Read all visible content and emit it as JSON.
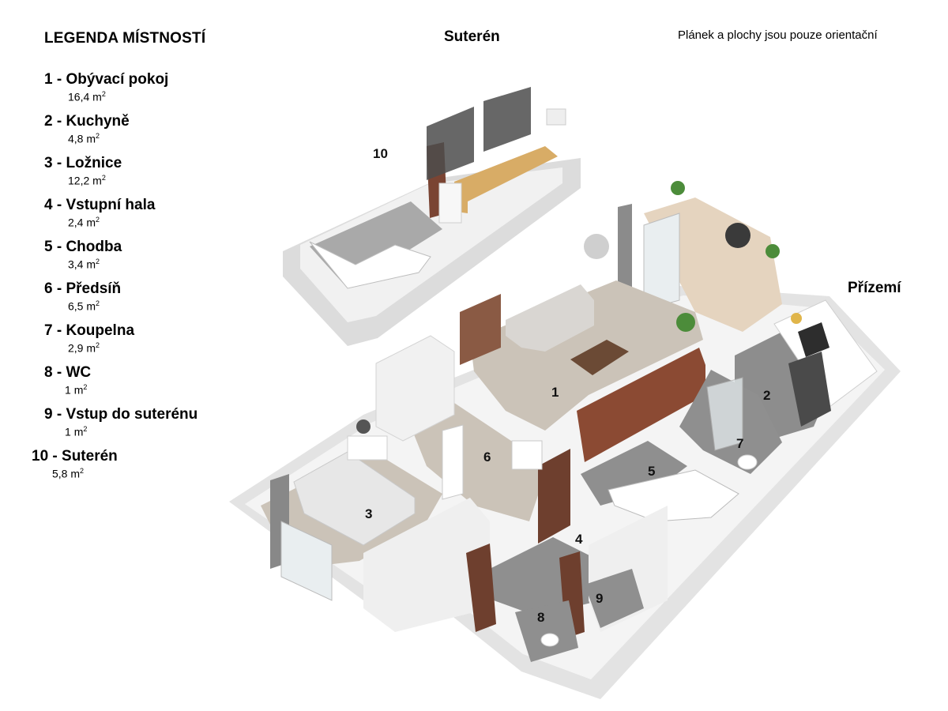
{
  "legend": {
    "title": "LEGENDA MÍSTNOSTÍ",
    "unit": "m",
    "unit_exp": "2",
    "items": [
      {
        "name": "1 - Obývací pokoj",
        "area": "16,4"
      },
      {
        "name": "2 - Kuchyně",
        "area": "4,8"
      },
      {
        "name": "3 - Ložnice",
        "area": "12,2"
      },
      {
        "name": "4 - Vstupní hala",
        "area": "2,4"
      },
      {
        "name": "5 - Chodba",
        "area": "3,4"
      },
      {
        "name": "6 - Předsíň",
        "area": "6,5"
      },
      {
        "name": "7 - Koupelna",
        "area": "2,9"
      },
      {
        "name": "8 - WC",
        "area": "1"
      },
      {
        "name": "9 - Vstup do suterénu",
        "area": "1"
      },
      {
        "name": "10 - Suterén",
        "area": "5,8"
      }
    ]
  },
  "floors": {
    "basement": "Suterén",
    "ground": "Přízemí"
  },
  "disclaimer": "Plánek a plochy jsou pouze orientační",
  "room_labels": {
    "r1": "1",
    "r2": "2",
    "r3": "3",
    "r4": "4",
    "r5": "5",
    "r6": "6",
    "r7": "7",
    "r8": "8",
    "r9": "9",
    "r10": "10"
  },
  "colors": {
    "wall": "#e9e9e9",
    "wall_shade": "#cfcfcf",
    "floor_wood": "#c9c1b6",
    "floor_tile": "#8d8d8d",
    "terrace": "#e4d3bf",
    "door": "#6e3f2e",
    "cabinet": "#8a4a33",
    "counter_wood": "#d9b06e"
  }
}
